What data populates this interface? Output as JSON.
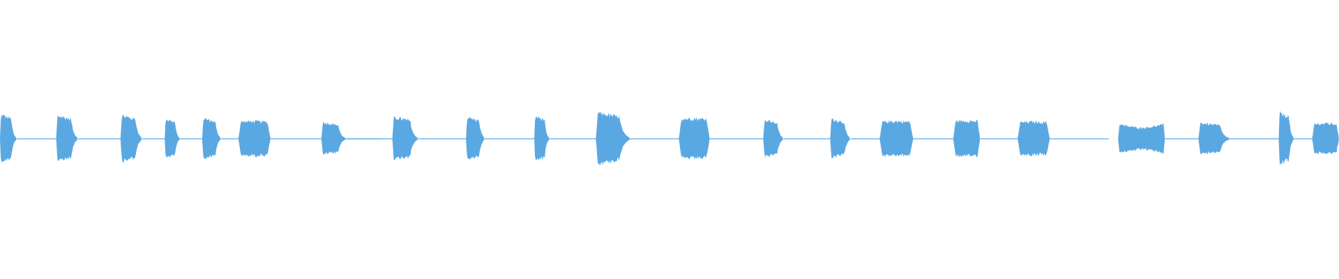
{
  "waveform": {
    "color": "#5aa8e2",
    "type": "audio-waveform",
    "segments": [
      {
        "start": 0.0,
        "end": 0.012,
        "amplitude": 0.85,
        "shape": "decay"
      },
      {
        "start": 0.042,
        "end": 0.058,
        "amplitude": 0.82,
        "shape": "decay"
      },
      {
        "start": 0.09,
        "end": 0.106,
        "amplitude": 0.82,
        "shape": "decay"
      },
      {
        "start": 0.123,
        "end": 0.134,
        "amplitude": 0.7,
        "shape": "decay"
      },
      {
        "start": 0.151,
        "end": 0.165,
        "amplitude": 0.72,
        "shape": "decay"
      },
      {
        "start": 0.178,
        "end": 0.202,
        "amplitude": 0.62,
        "shape": "sustain"
      },
      {
        "start": 0.24,
        "end": 0.258,
        "amplitude": 0.58,
        "shape": "decay"
      },
      {
        "start": 0.293,
        "end": 0.312,
        "amplitude": 0.76,
        "shape": "decay"
      },
      {
        "start": 0.348,
        "end": 0.362,
        "amplitude": 0.76,
        "shape": "decay"
      },
      {
        "start": 0.399,
        "end": 0.41,
        "amplitude": 0.8,
        "shape": "decay"
      },
      {
        "start": 0.445,
        "end": 0.47,
        "amplitude": 0.92,
        "shape": "decay"
      },
      {
        "start": 0.507,
        "end": 0.53,
        "amplitude": 0.72,
        "shape": "sustain"
      },
      {
        "start": 0.57,
        "end": 0.585,
        "amplitude": 0.66,
        "shape": "decay"
      },
      {
        "start": 0.62,
        "end": 0.635,
        "amplitude": 0.7,
        "shape": "decay"
      },
      {
        "start": 0.657,
        "end": 0.682,
        "amplitude": 0.62,
        "shape": "sustain"
      },
      {
        "start": 0.712,
        "end": 0.732,
        "amplitude": 0.64,
        "shape": "sustain"
      },
      {
        "start": 0.76,
        "end": 0.784,
        "amplitude": 0.6,
        "shape": "sustain"
      },
      {
        "start": 0.835,
        "end": 0.87,
        "amplitude": 0.52,
        "shape": "bowl"
      },
      {
        "start": 0.895,
        "end": 0.918,
        "amplitude": 0.56,
        "shape": "decay"
      },
      {
        "start": 0.955,
        "end": 0.966,
        "amplitude": 0.92,
        "shape": "decay"
      },
      {
        "start": 0.98,
        "end": 1.0,
        "amplitude": 0.54,
        "shape": "sustain"
      }
    ],
    "gaps_with_line": [
      [
        0.012,
        0.042
      ],
      [
        0.058,
        0.09
      ],
      [
        0.106,
        0.123
      ],
      [
        0.134,
        0.151
      ],
      [
        0.165,
        0.178
      ],
      [
        0.202,
        0.285
      ],
      [
        0.258,
        0.293
      ],
      [
        0.312,
        0.348
      ],
      [
        0.362,
        0.399
      ],
      [
        0.41,
        0.445
      ],
      [
        0.47,
        0.507
      ],
      [
        0.53,
        0.57
      ],
      [
        0.585,
        0.62
      ],
      [
        0.635,
        0.657
      ],
      [
        0.682,
        0.712
      ],
      [
        0.732,
        0.76
      ],
      [
        0.784,
        0.828
      ],
      [
        0.87,
        0.895
      ],
      [
        0.918,
        0.955
      ],
      [
        0.966,
        0.98
      ]
    ]
  }
}
